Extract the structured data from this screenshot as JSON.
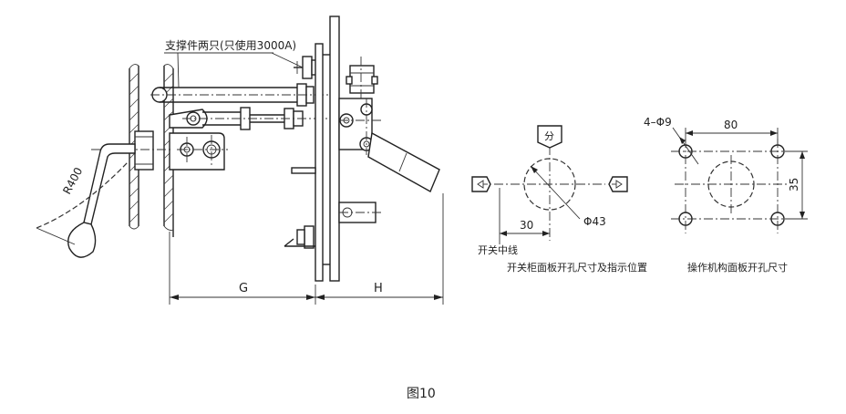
{
  "labels": {
    "support_note": "支撑件两只(只使用3000A)",
    "radius": "R400",
    "dim_g": "G",
    "dim_h": "H",
    "open_symbol": "分",
    "dim_30": "30",
    "dim_phi43": "Φ43",
    "switch_centerline": "开关中线",
    "panel_caption": "开关柜面板开孔尺寸及指示位置",
    "hole_spec": "4–Φ9",
    "dim_80": "80",
    "dim_35": "35",
    "mechanism_caption": "操作机构面板开孔尺寸",
    "figure_caption": "图10"
  }
}
